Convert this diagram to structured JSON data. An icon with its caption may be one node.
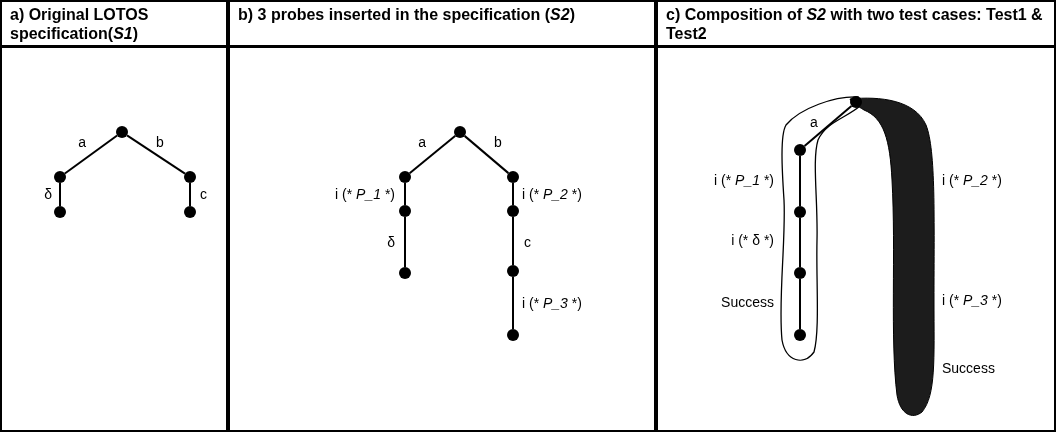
{
  "diagram": {
    "nodes": [
      {
        "text": [
          "a) Original LOTOS specification(*S1*)"
        ]
      },
      {
        "text": [
          "b) 3 probes inserted in the specification (*S2*)"
        ]
      },
      {
        "text": [
          "c) Composition of *S2* with two test cases: Test1 & Test2"
        ]
      },
      {
        "text": [],
        "shape": "circle",
        "in": 0
      },
      {
        "text": [],
        "shape": "circle",
        "in": 0
      },
      {
        "text": [],
        "shape": "circle",
        "in": 0
      },
      {
        "text": [],
        "shape": "circle",
        "in": 0
      },
      {
        "text": [],
        "shape": "circle",
        "in": 0
      },
      {
        "text": [],
        "shape": "circle",
        "in": 1
      },
      {
        "text": [],
        "shape": "circle",
        "in": 1
      },
      {
        "text": [],
        "shape": "circle",
        "in": 1
      },
      {
        "text": [],
        "shape": "circle",
        "in": 1
      },
      {
        "text": [],
        "shape": "circle",
        "in": 1
      },
      {
        "text": [],
        "shape": "circle",
        "in": 1
      },
      {
        "text": [],
        "shape": "circle",
        "in": 1
      },
      {
        "text": [],
        "shape": "circle",
        "in": 1
      },
      {
        "text": [],
        "shape": "circle",
        "in": 2
      },
      {
        "text": [],
        "shape": "circle",
        "in": 2
      },
      {
        "text": [],
        "shape": "circle",
        "in": 2
      },
      {
        "text": [],
        "shape": "circle",
        "in": 2
      },
      {
        "text": [],
        "shape": "circle",
        "in": 2
      }
    ],
    "edges": [
      {
        "from": 3,
        "to": 4,
        "arrow": "none",
        "label": "a"
      },
      {
        "from": 3,
        "to": 5,
        "arrow": "none",
        "label": "b"
      },
      {
        "from": 4,
        "to": 6,
        "arrow": "none",
        "label": "δ"
      },
      {
        "from": 5,
        "to": 7,
        "arrow": "none",
        "label": "c"
      },
      {
        "from": 8,
        "to": 9,
        "arrow": "none",
        "label": "a"
      },
      {
        "from": 8,
        "to": 10,
        "arrow": "none",
        "label": "b"
      },
      {
        "from": 9,
        "to": 11,
        "arrow": "none",
        "label": "i (* *P_1* *)"
      },
      {
        "from": 11,
        "to": 13,
        "arrow": "none",
        "label": "δ"
      },
      {
        "from": 10,
        "to": 12,
        "arrow": "none",
        "label": "i (* *P_2* *)"
      },
      {
        "from": 12,
        "to": 14,
        "arrow": "none",
        "label": "c"
      },
      {
        "from": 14,
        "to": 15,
        "arrow": "none",
        "label": "i (* *P_3* *)"
      },
      {
        "from": 16,
        "to": 17,
        "arrow": "none",
        "label": "a"
      },
      {
        "from": 17,
        "to": 18,
        "arrow": "none",
        "label": "i (* *P_1* *)"
      },
      {
        "from": 18,
        "to": 19,
        "arrow": "none",
        "label": "i (* δ *)"
      },
      {
        "from": 19,
        "to": 20,
        "arrow": "none",
        "label": "Success"
      }
    ],
    "labels": [
      "i (* *P_2* *)",
      "i (* *P_3* *)",
      "Success"
    ]
  }
}
